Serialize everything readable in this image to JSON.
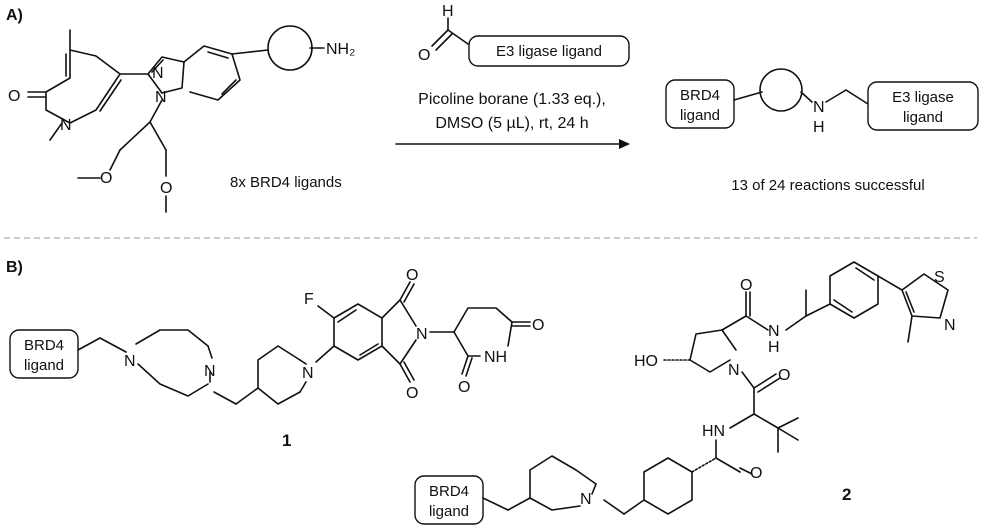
{
  "panel_a": {
    "label": "A)",
    "reagent_label": "E3 ligase ligand",
    "condition_line1": "Picoline borane (1.33 eq.),",
    "condition_line2": "DMSO (5 µL), rt, 24 h",
    "ligand_count": "8x BRD4 ligands",
    "result": "13 of 24 reactions successful",
    "product_left_box": [
      "BRD4",
      "ligand"
    ],
    "product_right_box": [
      "E3 ligase",
      "ligand"
    ]
  },
  "panel_b": {
    "label": "B)",
    "compound1": {
      "number": "1",
      "box": [
        "BRD4",
        "ligand"
      ]
    },
    "compound2": {
      "number": "2",
      "box": [
        "BRD4",
        "ligand"
      ]
    }
  },
  "atoms": {
    "N": "N",
    "O": "O",
    "H": "H",
    "F": "F",
    "S": "S",
    "NH2": "NH₂",
    "HO": "HO",
    "NH": "NH",
    "HN": "HN"
  }
}
